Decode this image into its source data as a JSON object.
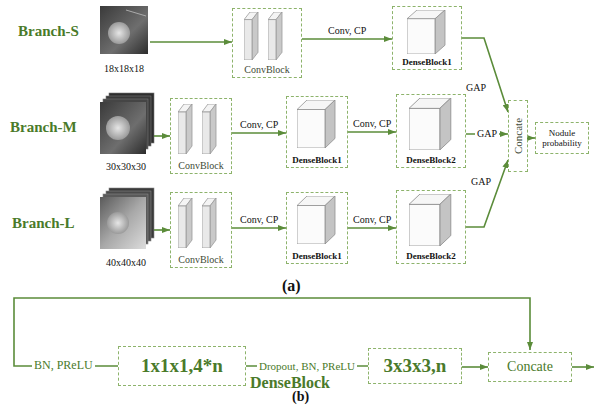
{
  "diagram": {
    "nodes": [
      {
        "text": [
          "18x18x18"
        ]
      },
      {
        "text": [
          "ConvBlock"
        ]
      },
      {
        "text": [
          "DenseBlock1"
        ]
      },
      {
        "text": [
          "30x30x30"
        ]
      },
      {
        "text": [
          "ConvBlock"
        ]
      },
      {
        "text": [
          "DenseBlock1"
        ]
      },
      {
        "text": [
          "DenseBlock2"
        ]
      },
      {
        "text": [
          "40x40x40"
        ]
      },
      {
        "text": [
          "ConvBlock"
        ]
      },
      {
        "text": [
          "DenseBlock1"
        ]
      },
      {
        "text": [
          "DenseBlock2"
        ]
      },
      {
        "text": [
          "Concate"
        ]
      },
      {
        "text": [
          "Nodule probability"
        ]
      },
      {
        "text": [
          "1x1x1,4*n"
        ]
      },
      {
        "text": [
          "3x3x3,n"
        ]
      },
      {
        "text": [
          "Concate"
        ]
      }
    ],
    "edges": [
      {
        "from": 0,
        "to": 1,
        "arrow": "to"
      },
      {
        "from": 1,
        "to": 2,
        "arrow": "to",
        "label": "Conv, CP"
      },
      {
        "from": 3,
        "to": 4,
        "arrow": "to"
      },
      {
        "from": 4,
        "to": 5,
        "arrow": "to",
        "label": "Conv, CP"
      },
      {
        "from": 5,
        "to": 6,
        "arrow": "to",
        "label": "Conv, CP"
      },
      {
        "from": 7,
        "to": 8,
        "arrow": "to"
      },
      {
        "from": 8,
        "to": 9,
        "arrow": "to",
        "label": "Conv, CP"
      },
      {
        "from": 9,
        "to": 10,
        "arrow": "to",
        "label": "Conv, CP"
      },
      {
        "from": 2,
        "to": 11,
        "arrow": "to",
        "label": "GAP"
      },
      {
        "from": 6,
        "to": 11,
        "arrow": "to",
        "label": "GAP"
      },
      {
        "from": 10,
        "to": 11,
        "arrow": "to",
        "label": "GAP"
      },
      {
        "from": 11,
        "to": 12,
        "arrow": "to"
      },
      {
        "from": 13,
        "to": 14,
        "arrow": "none",
        "label": "Dropout, BN, PReLU"
      },
      {
        "from": 14,
        "to": 15,
        "arrow": "to"
      }
    ],
    "labels": [
      "Branch-S",
      "Branch-M",
      "Branch-L",
      "(a)",
      "BN, PReLU",
      "DenseBlock",
      "(b)"
    ]
  }
}
